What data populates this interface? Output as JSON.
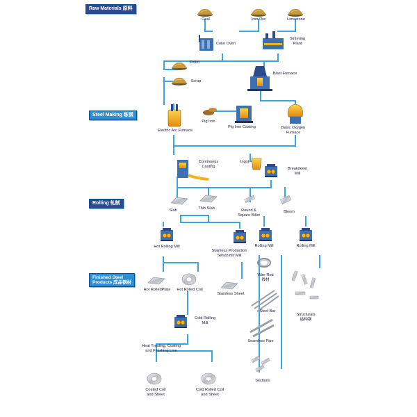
{
  "colors": {
    "line": "#3aa4e0",
    "section_bg": "#2b8fd6",
    "section_dark": "#2c4a8c",
    "ore": "#c99a3a",
    "furnace_yellow": "#f2b21a",
    "steel_blue": "#3e6fb0",
    "metal": "#b8bcc2"
  },
  "sections": {
    "raw_materials": "Raw Materials 原料",
    "steel_making": "Steel Making 炼钢",
    "rolling": "Rolling 轧制",
    "finished": "Finished Steel\nProducts 成品钢材"
  },
  "nodes": {
    "coal": "Coal",
    "iron_ore": "Iron Ore",
    "limestone": "Limestone",
    "coke_oven": "Coke Oven",
    "sintering_plant": "Sintering\nPlant",
    "pellet": "Pellet",
    "scrap": "Scrap",
    "blast_furnace": "Blast Furnace",
    "electric_arc_furnace": "Electric Arc Furnace",
    "pig_iron": "Pig Iron",
    "pig_iron_casting": "Pig Iron Casting",
    "basic_oxygen_furnace": "Basic Oxygen\nFurnace",
    "continuous_casting": "Continuous\nCasting",
    "ingot": "Ingot",
    "breakdown_mill": "Breakdown\nMill",
    "slab": "Slab",
    "thin_slab": "Thin Slab",
    "round_square_billet": "Round &\nSquare Billet",
    "bloom": "Bloom",
    "hot_rolling_mill": "Hot Rolling Mill",
    "stainless_sendzimir": "Stainless Production\nSendzimir Mill",
    "rolling_mill_1": "Rolling Mill",
    "rolling_mill_2": "Rolling Mill",
    "hot_rolled_plate": "Hot RolledPlate",
    "hot_rolled_coil": "Hot Rolled Coil",
    "stainless_sheet": "Stainless Sheet",
    "wire_rod": "Wire Rod\n线材",
    "steel_bar": "Steel Bar",
    "structurals": "Structurals\n结构钢",
    "cold_rolling_mill": "Cold Rolling\nMill",
    "seamless_pipe": "Seamless Pipe",
    "heat_treating": "Heat Treating, Coating\nand Finishing Line",
    "sections": "Sections",
    "coated_coil_sheet": "Coated Coil\nand Sheet",
    "cold_rolled_coil_sheet": "Cold Rolled Coil\nand Sheet"
  }
}
